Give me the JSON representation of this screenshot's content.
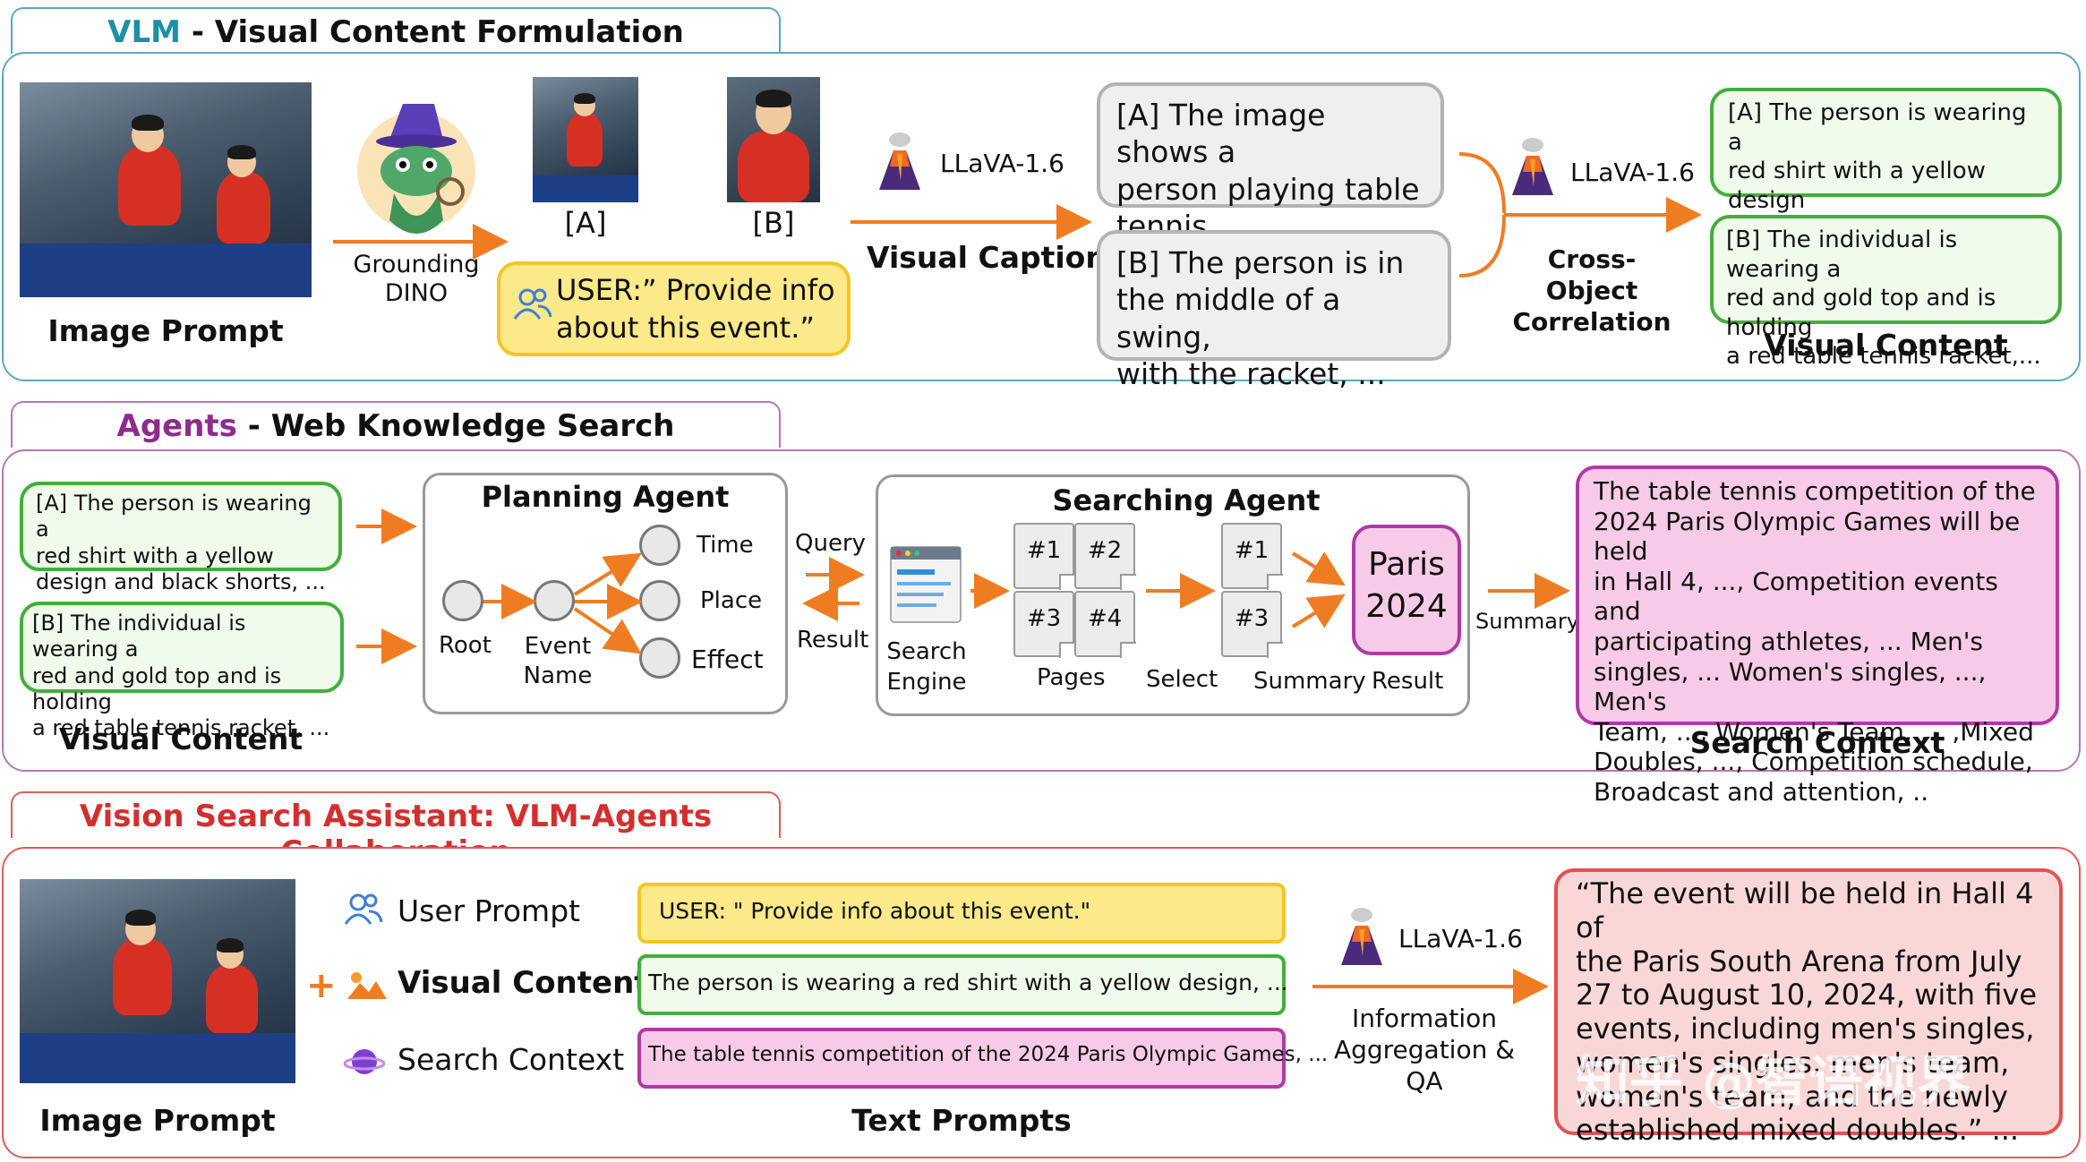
{
  "section1": {
    "tab_prefix": "VLM",
    "tab_suffix": " - Visual Content Formulation",
    "image_prompt_label": "Image Prompt",
    "grounding_label": "Grounding\nDINO",
    "crop_a_label": "[A]",
    "crop_b_label": "[B]",
    "user_query": "USER:” Provide info\nabout this event.”",
    "llava_label_1": "LLaVA-1.6",
    "visual_caption_label": "Visual Caption",
    "caption_a": "[A] The image shows a\nperson playing table\ntennis, ...",
    "caption_b": "[B] The person is in\nthe middle of a swing,\nwith the racket, ...",
    "llava_label_2": "LLaVA-1.6",
    "correlation_label": "Cross-Object\nCorrelation",
    "content_a": "[A] The person is wearing a\nred shirt with a yellow design\nand black shorts, ...",
    "content_b": "[B] The individual is wearing a\nred and gold top and is holding\na red table tennis racket,...",
    "visual_content_label": "Visual Content"
  },
  "section2": {
    "tab_prefix": "Agents",
    "tab_suffix": " - Web Knowledge Search",
    "content_a": "[A] The person is wearing a\nred shirt with a yellow\ndesign and black shorts, ...",
    "content_b": "[B] The individual is wearing a\nred and gold top and is holding\na red table tennis racket, ...",
    "visual_content_label": "Visual Content",
    "planning_title": "Planning Agent",
    "node_root": "Root",
    "node_event": "Event\nName",
    "node_time": "Time",
    "node_place": "Place",
    "node_effect": "Effect",
    "query_label": "Query",
    "result_label": "Result",
    "searching_title": "Searching Agent",
    "search_engine_label": "Search\nEngine",
    "page_1": "#1",
    "page_2": "#2",
    "page_3": "#3",
    "page_4": "#4",
    "pages_label": "Pages",
    "select_label": "Select",
    "sel_1": "#1",
    "sel_3": "#3",
    "summary_label": "Summary",
    "result_box": "Paris\n2024",
    "result_under_label": "Result",
    "summary_arrow_label": "Summary",
    "search_context_text": "The table tennis competition of the\n2024 Paris Olympic Games will be held\nin Hall 4, ..., Competition events and\nparticipating athletes, ... Men's\nsingles, ... Women's singles, ..., Men's\nTeam, ..., Women's Team, ... ,Mixed\nDoubles, ..., Competition schedule,\nBroadcast and attention, ..",
    "search_context_label": "Search Context"
  },
  "section3": {
    "tab_title": "Vision Search Assistant: VLM-Agents Collaboration",
    "image_prompt_label": "Image Prompt",
    "user_prompt_label": "User Prompt",
    "plus_sign": "+",
    "visual_content_label": "Visual Content",
    "search_context_label": "Search Context",
    "prompt_user": "USER: \" Provide info about this event.\"",
    "prompt_visual": "The person is wearing a red shirt with a yellow design, ...",
    "prompt_search": "The table tennis competition of the 2024 Paris Olympic Games, ...",
    "text_prompts_label": "Text Prompts",
    "llava_label": "LLaVA-1.6",
    "aggregation_label": "Information\nAggregation & QA",
    "answer_text": "“The event will be held in Hall 4 of\nthe Paris South Arena from July\n27 to August 10, 2024, with five\nevents, including men's singles,\nwomen's singles, men's team,\nwomen's team, and the newly\nestablished mixed doubles.” ..."
  },
  "watermark": "知乎 @智语视界",
  "colors": {
    "teal": "#1d8fa8",
    "purple": "#8e2b8c",
    "red": "#d32f2f",
    "orange_arrow": "#f07c22"
  }
}
